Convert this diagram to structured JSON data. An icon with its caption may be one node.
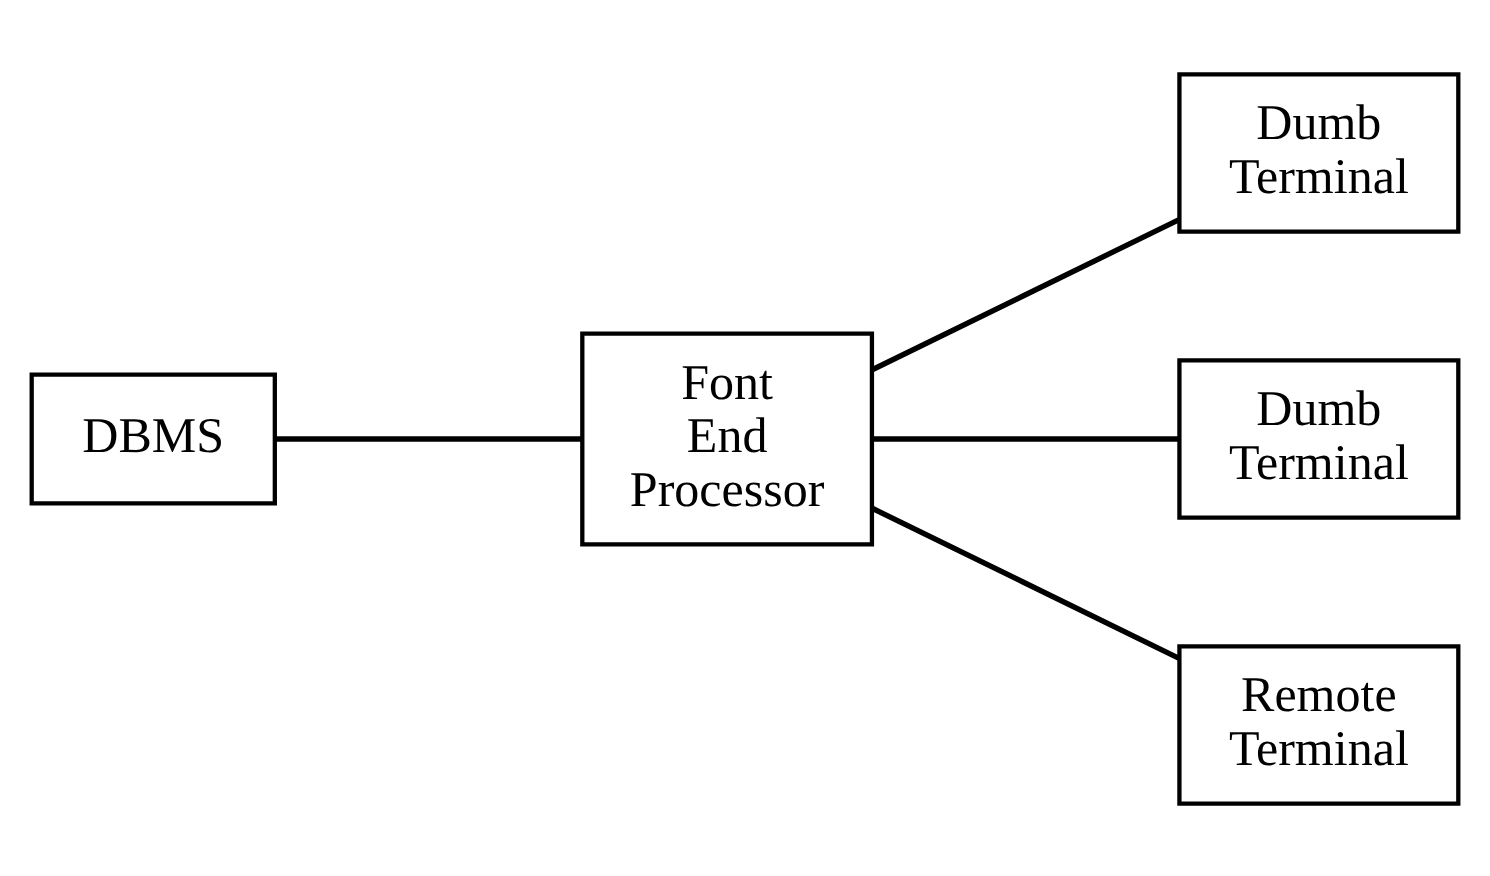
{
  "diagram": {
    "nodes": [
      {
        "text": [
          "DBMS"
        ]
      },
      {
        "text": [
          "Font End Processor"
        ]
      },
      {
        "text": [
          "Dumb Terminal"
        ]
      },
      {
        "text": [
          "Dumb Terminal"
        ]
      },
      {
        "text": [
          "Remote Terminal"
        ]
      }
    ],
    "edges": [
      {
        "from": 0,
        "to": 1,
        "arrow": "none"
      },
      {
        "from": 1,
        "to": 2,
        "arrow": "none"
      },
      {
        "from": 1,
        "to": 3,
        "arrow": "none"
      },
      {
        "from": 1,
        "to": 4,
        "arrow": "none"
      }
    ]
  }
}
